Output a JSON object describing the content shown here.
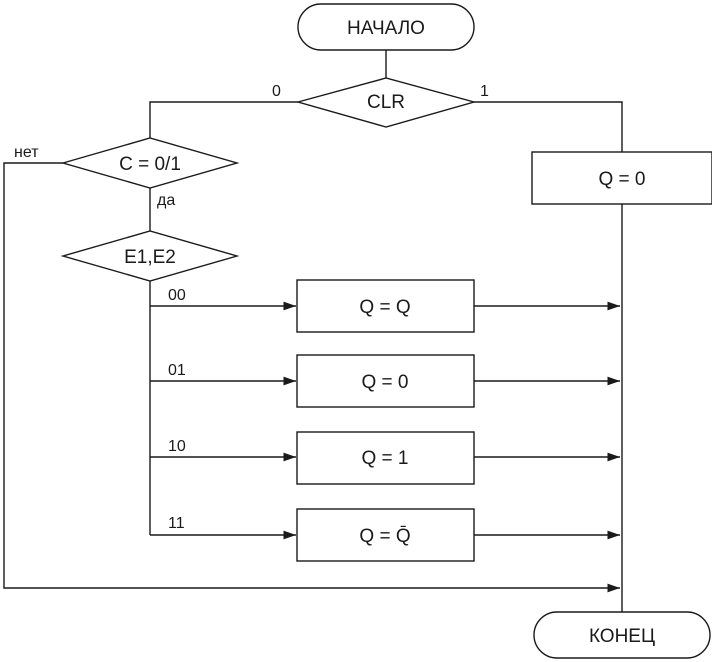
{
  "flowchart": {
    "start": "НАЧАЛО",
    "end": "КОНЕЦ",
    "decision_clr": {
      "label": "CLR",
      "branch_left": "0",
      "branch_right": "1"
    },
    "decision_c": {
      "label": "C = 0/1",
      "branch_no": "нет",
      "branch_yes": "да"
    },
    "decision_e": {
      "label": "E1,E2"
    },
    "clr_action": "Q = 0",
    "branches": [
      {
        "code": "00",
        "action": "Q = Q"
      },
      {
        "code": "01",
        "action": "Q = 0"
      },
      {
        "code": "10",
        "action": "Q = 1"
      },
      {
        "code": "11",
        "action": "Q = Q̄"
      }
    ]
  }
}
